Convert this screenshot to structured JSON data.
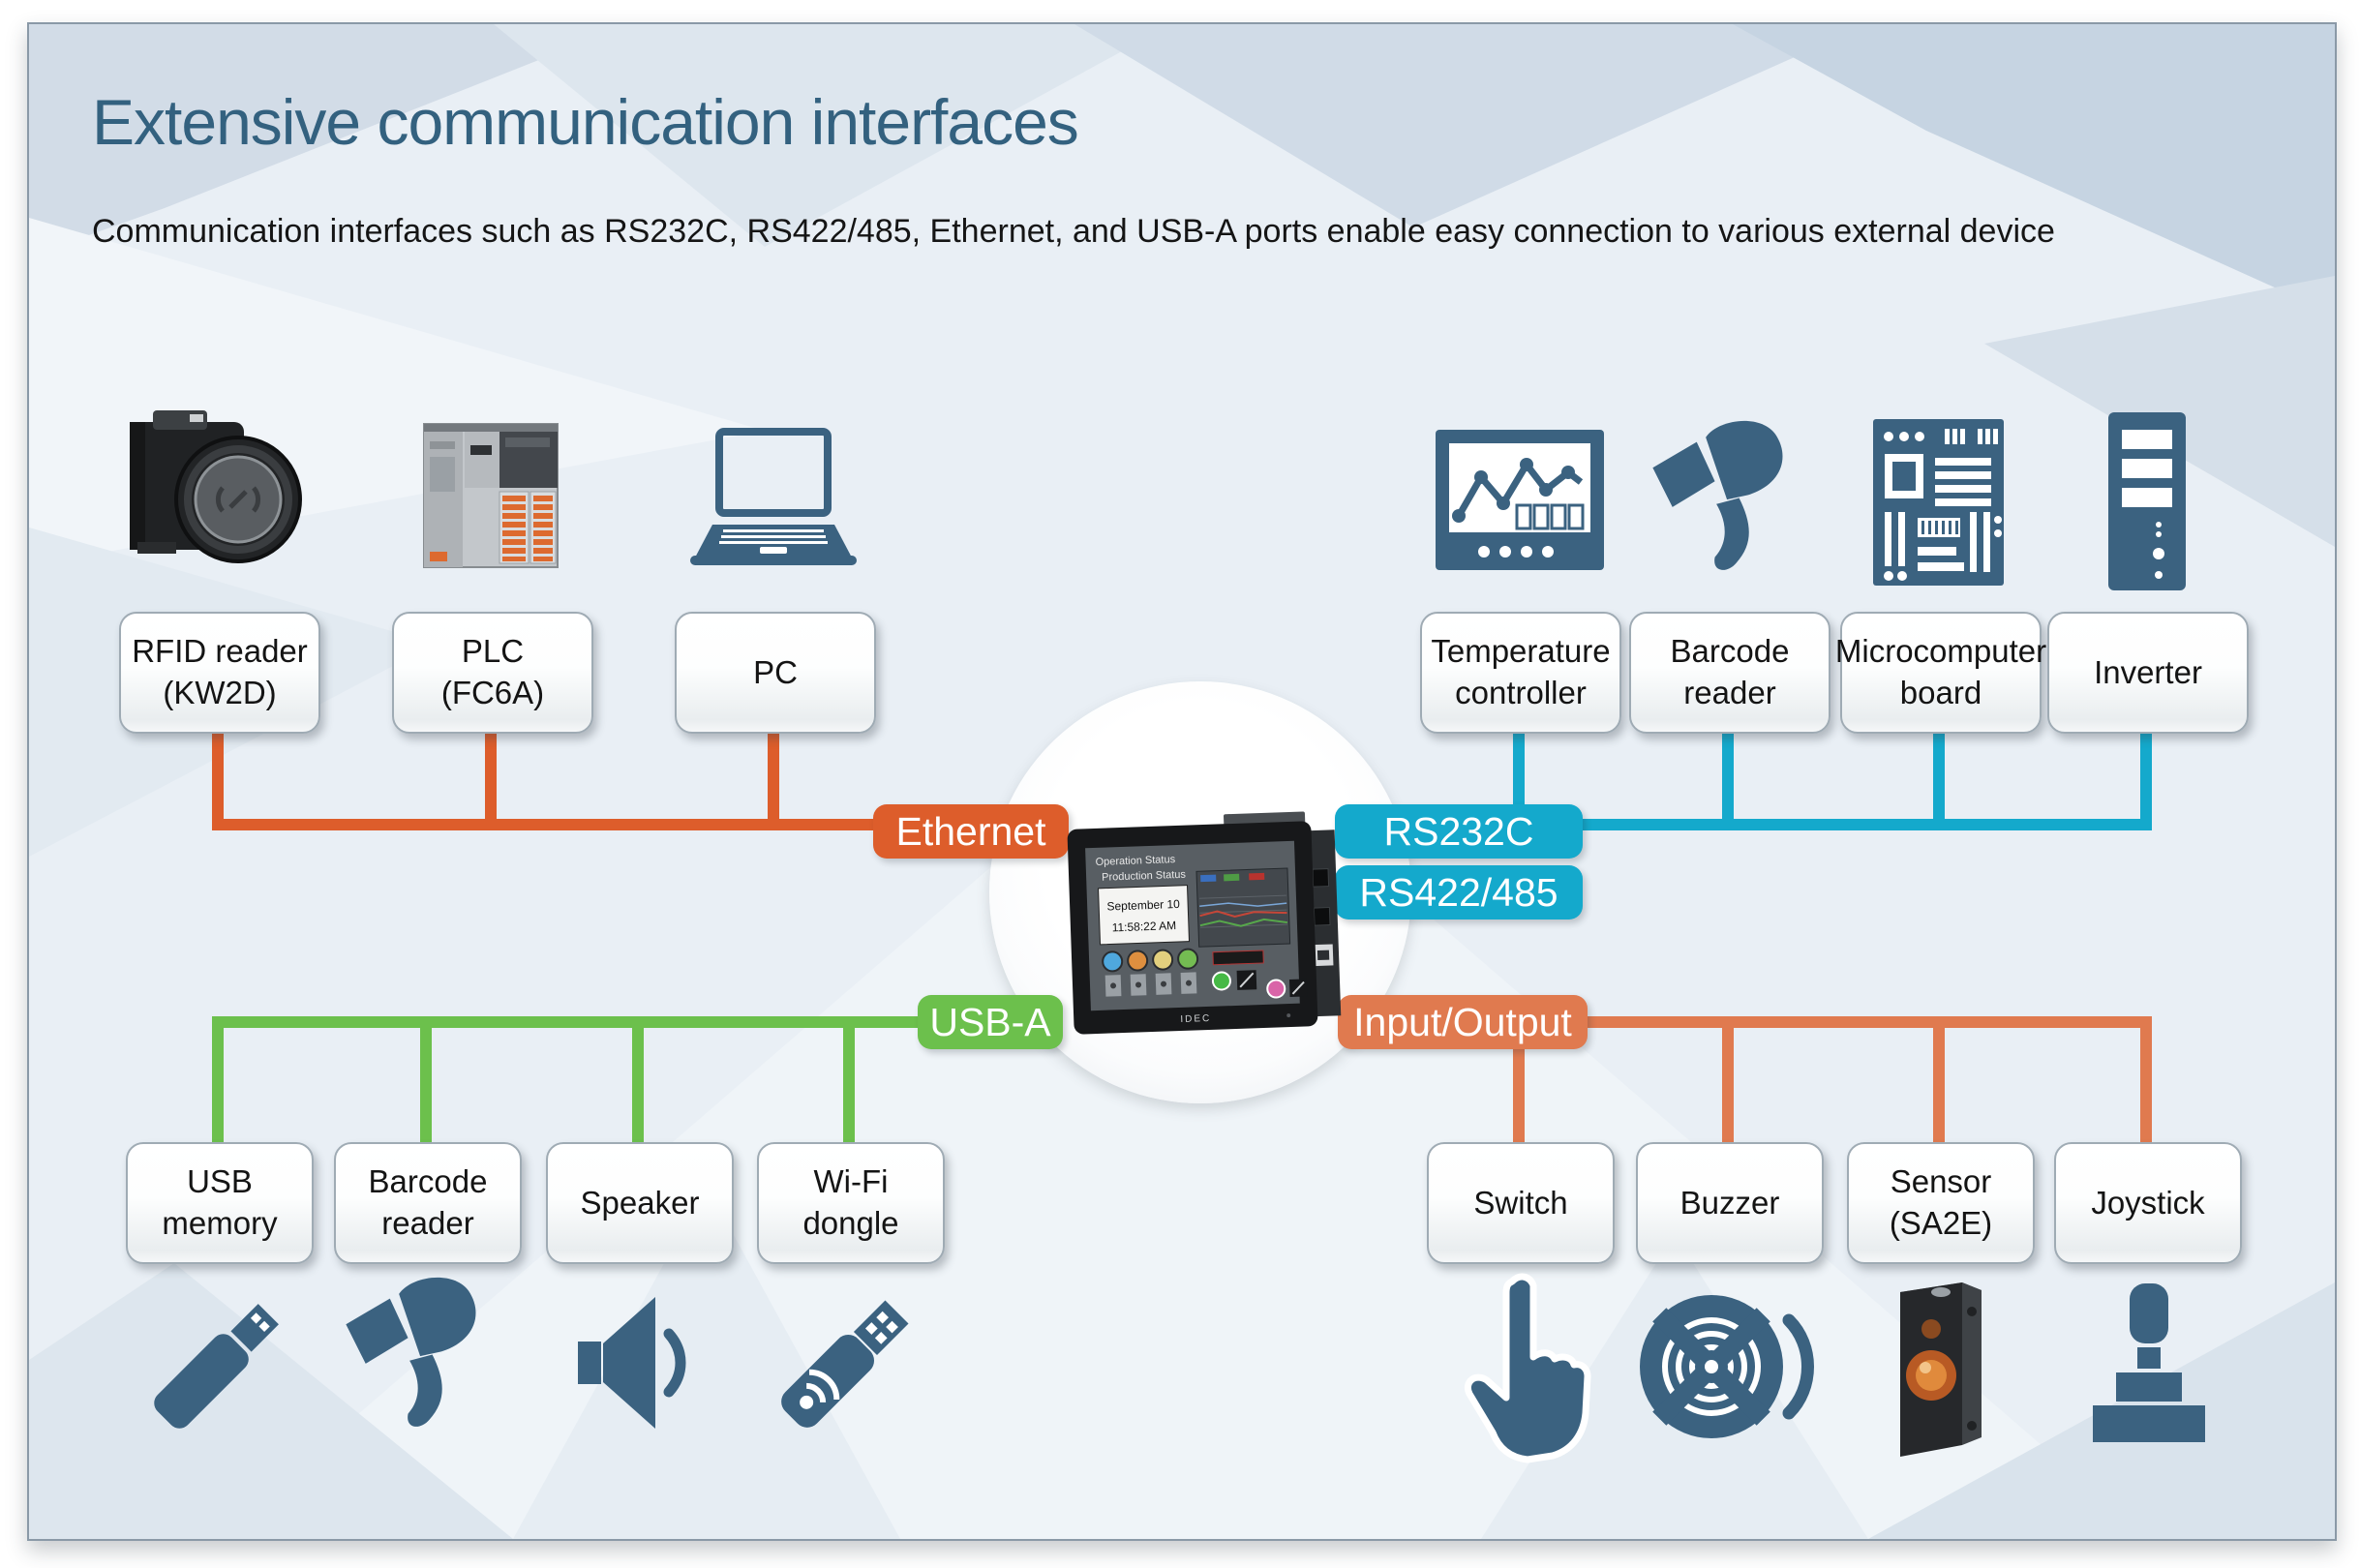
{
  "page": {
    "title": "Extensive communication interfaces",
    "subtitle": "Communication interfaces such as RS232C, RS422/485, Ethernet, and USB-A ports enable easy connection to various external device"
  },
  "colors": {
    "title_color": "#33617f",
    "icon_blue": "#3b6280",
    "ethernet": "#dd5d2b",
    "serial": "#14a9cc",
    "usb": "#6cc04c",
    "io": "#e07a4f",
    "box_border": "#9fabb4"
  },
  "bus_labels": {
    "ethernet": "Ethernet",
    "rs232c": "RS232C",
    "rs422": "RS422/485",
    "usb": "USB-A",
    "io": "Input/Output"
  },
  "groups": {
    "ethernet": [
      {
        "line1": "RFID reader",
        "line2": "(KW2D)",
        "icon": "rfid-reader-photo"
      },
      {
        "line1": "PLC",
        "line2": "(FC6A)",
        "icon": "plc-photo"
      },
      {
        "line1": "PC",
        "line2": "",
        "icon": "laptop-icon"
      }
    ],
    "serial": [
      {
        "line1": "Temperature",
        "line2": "controller",
        "icon": "temperature-controller-icon"
      },
      {
        "line1": "Barcode",
        "line2": "reader",
        "icon": "barcode-scanner-icon"
      },
      {
        "line1": "Microcomputer",
        "line2": "board",
        "icon": "circuit-board-icon"
      },
      {
        "line1": "Inverter",
        "line2": "",
        "icon": "inverter-tower-icon"
      }
    ],
    "usb": [
      {
        "line1": "USB",
        "line2": "memory",
        "icon": "usb-flash-drive-icon"
      },
      {
        "line1": "Barcode",
        "line2": "reader",
        "icon": "barcode-scanner-icon"
      },
      {
        "line1": "Speaker",
        "line2": "",
        "icon": "speaker-icon"
      },
      {
        "line1": "Wi-Fi",
        "line2": "dongle",
        "icon": "wifi-dongle-icon"
      }
    ],
    "io": [
      {
        "line1": "Switch",
        "line2": "",
        "icon": "touch-hand-icon"
      },
      {
        "line1": "Buzzer",
        "line2": "",
        "icon": "buzzer-icon"
      },
      {
        "line1": "Sensor",
        "line2": "(SA2E)",
        "icon": "photo-sensor-photo"
      },
      {
        "line1": "Joystick",
        "line2": "",
        "icon": "joystick-icon"
      }
    ]
  },
  "hmi": {
    "screen_title1": "Operation Status",
    "screen_title2": "Production Status",
    "date": "September 10",
    "time": "11:58:22 AM",
    "brand": "IDEC"
  }
}
